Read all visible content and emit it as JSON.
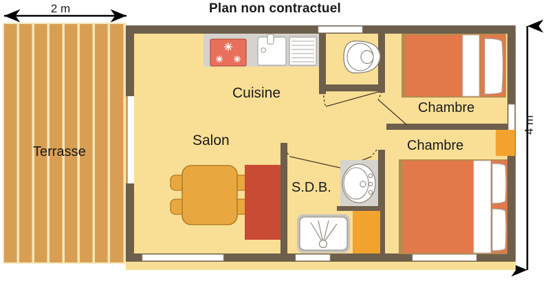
{
  "title": "Plan non contractuel",
  "dimensions": {
    "width_label": "2 m",
    "height_label": "4 m"
  },
  "rooms": [
    {
      "id": "terrasse",
      "label": "Terrasse"
    },
    {
      "id": "cuisine",
      "label": "Cuisine"
    },
    {
      "id": "salon",
      "label": "Salon"
    },
    {
      "id": "sdb",
      "label": "S.D.B."
    },
    {
      "id": "chambre_1",
      "label": "Chambre"
    },
    {
      "id": "chambre_2",
      "label": "Chambre"
    }
  ],
  "colors": {
    "wall": "#6d5f4b",
    "interior_floor": "#f8df95",
    "terrace_wood": "#d89f54",
    "terrace_gap": "#f6e7b8",
    "bed_orange": "#e3794a",
    "sofa_red": "#c94b33",
    "table_orange": "#e9a83f",
    "wardrobe_orange": "#f2a32e",
    "counter_grey": "#d6d2cd",
    "stove_red": "#e8705a",
    "fixture_white": "#ffffff",
    "text": "#1a1a1a",
    "background": "#ffffff"
  },
  "fixtures": [
    {
      "id": "stove",
      "name": "cooktop",
      "room": "cuisine",
      "burners": 3
    },
    {
      "id": "sink",
      "name": "kitchen-sink",
      "room": "cuisine"
    },
    {
      "id": "drainer",
      "name": "dish-drainer",
      "room": "cuisine"
    },
    {
      "id": "toilet",
      "name": "toilet",
      "room": "wc"
    },
    {
      "id": "washbasin",
      "name": "washbasin",
      "room": "sdb"
    },
    {
      "id": "shower",
      "name": "shower-tray",
      "room": "sdb"
    },
    {
      "id": "dining_table",
      "name": "dining-table",
      "room": "salon",
      "chairs": 4
    },
    {
      "id": "sofa",
      "name": "sofa",
      "room": "salon"
    },
    {
      "id": "bed_single",
      "name": "single-bed",
      "room": "chambre_1"
    },
    {
      "id": "bed_double",
      "name": "double-bed",
      "room": "chambre_2"
    },
    {
      "id": "wardrobe",
      "name": "wardrobe",
      "room": "chambre_2"
    }
  ],
  "openings": [
    {
      "id": "window_top",
      "name": "window",
      "wall": "top"
    },
    {
      "id": "window_bottom_left",
      "name": "window",
      "wall": "bottom"
    },
    {
      "id": "window_bottom_right",
      "name": "window",
      "wall": "bottom"
    },
    {
      "id": "window_right",
      "name": "window",
      "wall": "right"
    },
    {
      "id": "door_terrace",
      "name": "entry-door",
      "wall": "left"
    },
    {
      "id": "door_wc",
      "name": "door",
      "wall": "interior"
    },
    {
      "id": "door_sdb",
      "name": "door",
      "wall": "interior"
    },
    {
      "id": "door_chambre_1",
      "name": "door",
      "wall": "interior"
    },
    {
      "id": "door_chambre_2",
      "name": "door",
      "wall": "interior"
    }
  ]
}
